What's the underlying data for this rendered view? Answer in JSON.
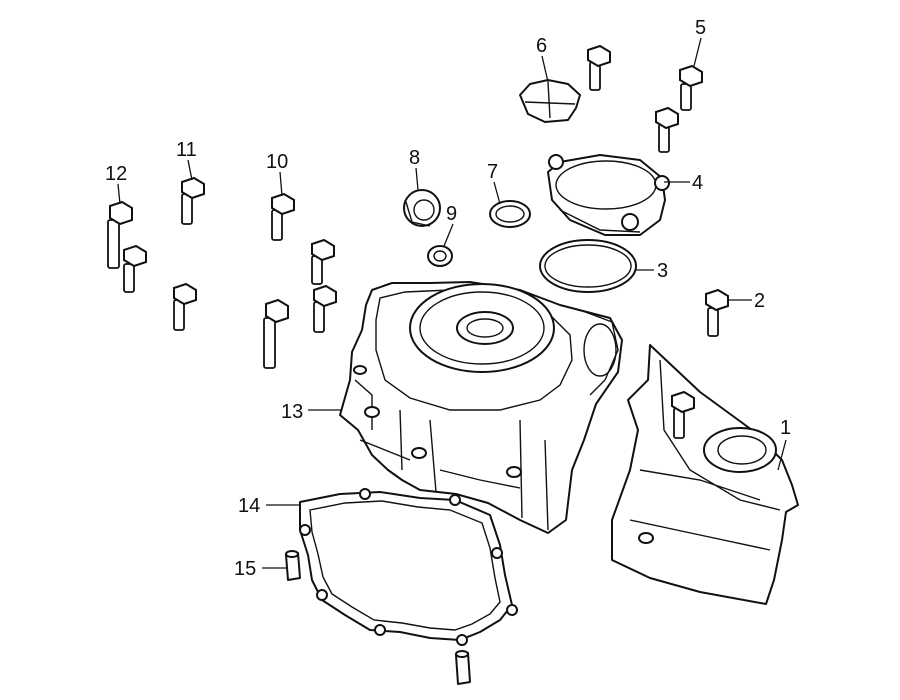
{
  "diagram": {
    "callouts": [
      {
        "id": "1",
        "label": "1"
      },
      {
        "id": "2",
        "label": "2"
      },
      {
        "id": "3",
        "label": "3"
      },
      {
        "id": "4",
        "label": "4"
      },
      {
        "id": "5",
        "label": "5"
      },
      {
        "id": "6",
        "label": "6"
      },
      {
        "id": "7",
        "label": "7"
      },
      {
        "id": "8",
        "label": "8"
      },
      {
        "id": "9",
        "label": "9"
      },
      {
        "id": "10",
        "label": "10"
      },
      {
        "id": "11",
        "label": "11"
      },
      {
        "id": "12",
        "label": "12"
      },
      {
        "id": "13",
        "label": "13"
      },
      {
        "id": "14",
        "label": "14"
      },
      {
        "id": "15",
        "label": "15"
      }
    ],
    "colors": {
      "ink": "#111111",
      "paper": "#ffffff"
    }
  }
}
